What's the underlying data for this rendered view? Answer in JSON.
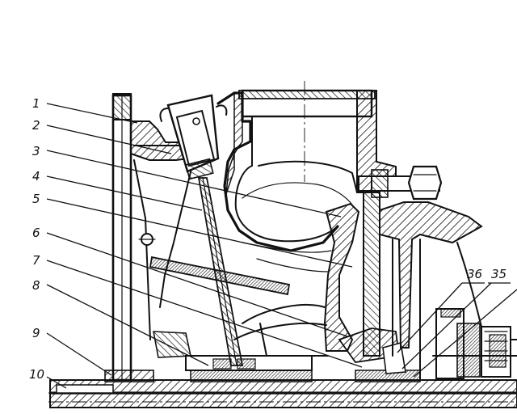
{
  "callouts": {
    "c1": "1",
    "c2": "2",
    "c3": "3",
    "c4": "4",
    "c5": "5",
    "c6": "6",
    "c7": "7",
    "c8": "8",
    "c9": "9",
    "c10": "10",
    "c35": "35",
    "c36": "36"
  },
  "colors": {
    "ink": "#111111",
    "paper": "#ffffff"
  }
}
